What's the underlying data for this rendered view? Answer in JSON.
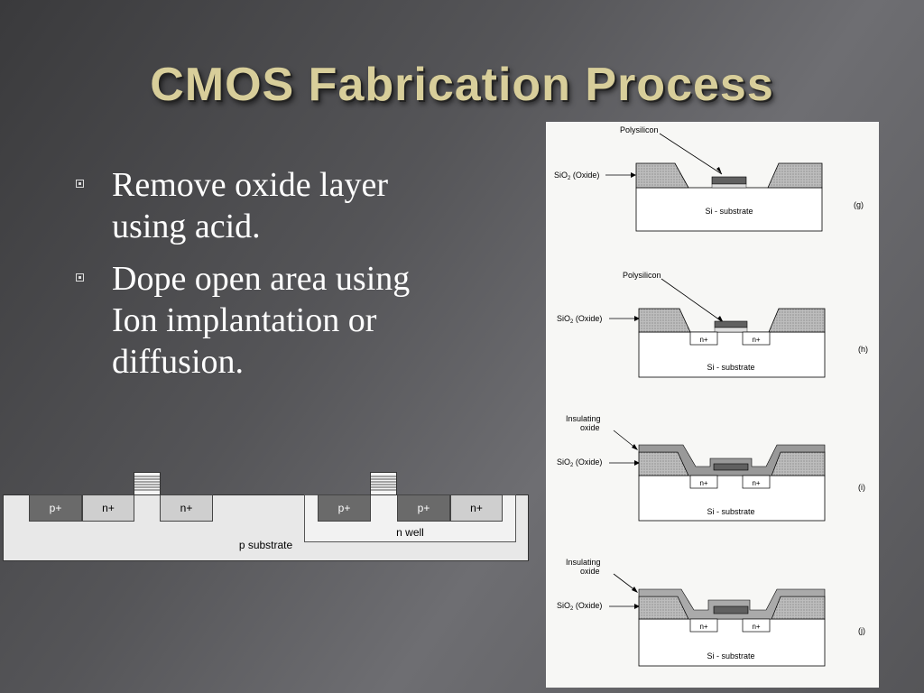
{
  "title": "CMOS Fabrication Process",
  "bullets": [
    "Remove oxide layer using acid.",
    "Dope open area using Ion implantation or diffusion."
  ],
  "cross_section": {
    "p_plus_1": "p+",
    "n_plus_1": "n+",
    "n_plus_2": "n+",
    "p_plus_2": "p+",
    "p_plus_3": "p+",
    "n_plus_3": "n+",
    "n_well": "n well",
    "substrate": "p substrate"
  },
  "steps": [
    {
      "id": "g",
      "tag": "(g)",
      "top_label": "Polysilicon",
      "oxide_label": "SiO",
      "oxide_sub": "2",
      "oxide_paren": " (Oxide)",
      "substrate": "Si - substrate",
      "implants": []
    },
    {
      "id": "h",
      "tag": "(h)",
      "top_label": "Polysilicon",
      "oxide_label": "SiO",
      "oxide_sub": "2",
      "oxide_paren": " (Oxide)",
      "substrate": "Si - substrate",
      "implants": [
        "n+",
        "n+"
      ]
    },
    {
      "id": "i",
      "tag": "(i)",
      "top_label": "Insulating oxide",
      "top_label_1": "Insulating",
      "top_label_2": "oxide",
      "oxide_label": "SiO",
      "oxide_sub": "2",
      "oxide_paren": " (Oxide)",
      "substrate": "Si - substrate",
      "implants": [
        "n+",
        "n+"
      ]
    },
    {
      "id": "j",
      "tag": "(j)",
      "top_label": "Insulating oxide",
      "top_label_1": "Insulating",
      "top_label_2": "oxide",
      "oxide_label": "SiO",
      "oxide_sub": "2",
      "oxide_paren": " (Oxide)",
      "substrate": "Si - substrate",
      "implants": [
        "n+",
        "n+"
      ]
    }
  ]
}
